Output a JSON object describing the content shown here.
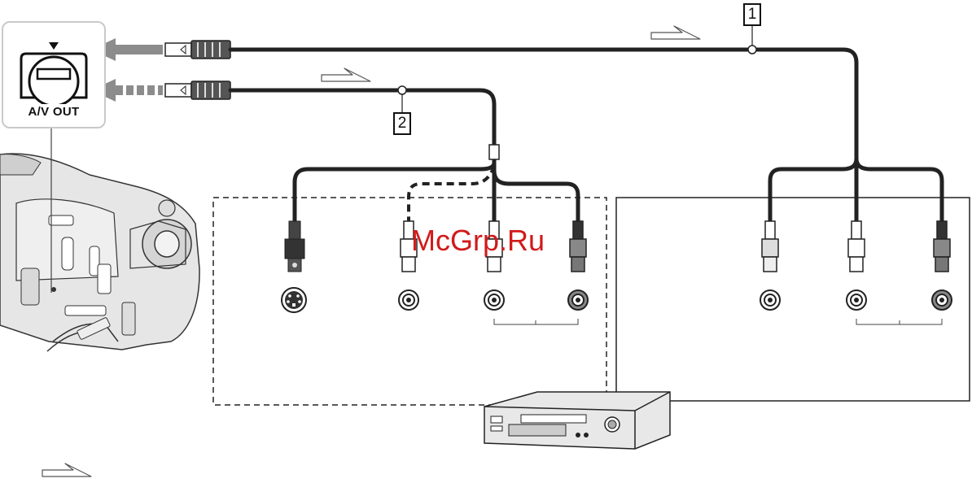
{
  "jack": {
    "label": "A/V OUT"
  },
  "cables": [
    {
      "number": "1"
    },
    {
      "number": "2"
    }
  ],
  "watermark": "McGrp.Ru"
}
